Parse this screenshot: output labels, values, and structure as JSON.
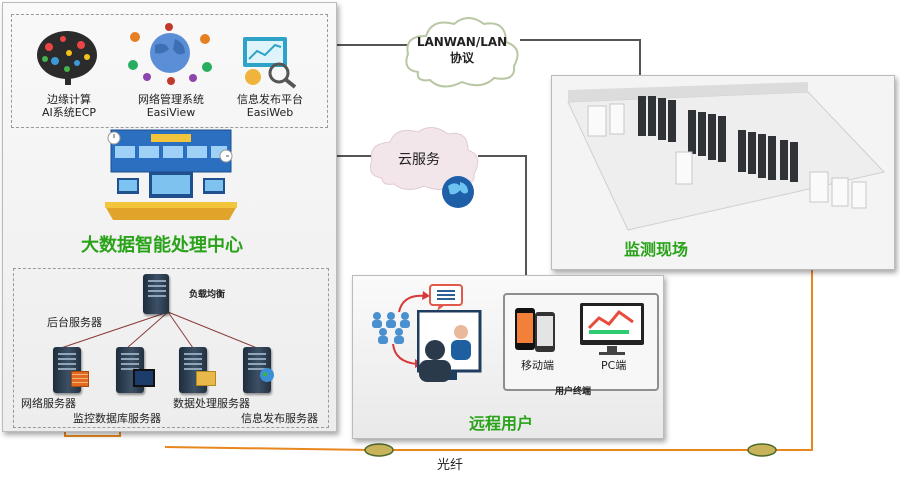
{
  "datacenter": {
    "apps": [
      {
        "line1": "边缘计算",
        "line2": "AI系统ECP"
      },
      {
        "line1": "网络管理系统",
        "line2": "EasiView"
      },
      {
        "line1": "信息发布平台",
        "line2": "EasiWeb"
      }
    ],
    "title": "大数据智能处理中心",
    "load_balancer": "负载均衡",
    "backend_label": "后台服务器",
    "servers": [
      "网络服务器",
      "监控数据库服务器",
      "数据处理服务器",
      "信息发布服务器"
    ]
  },
  "clouds": {
    "lan": {
      "line1": "LANWAN/LAN",
      "line2": "协议"
    },
    "cloud": "云服务"
  },
  "site": {
    "title": "监测现场"
  },
  "remote": {
    "mobile_label": "移动端",
    "pc_label": "PC端",
    "terminal_label": "用户终端",
    "title": "远程用户"
  },
  "fiber": {
    "label": "光纤"
  },
  "colors": {
    "title_green": "#2aa31a",
    "fiber_orange": "#e8871e",
    "link_gray": "#555555"
  }
}
